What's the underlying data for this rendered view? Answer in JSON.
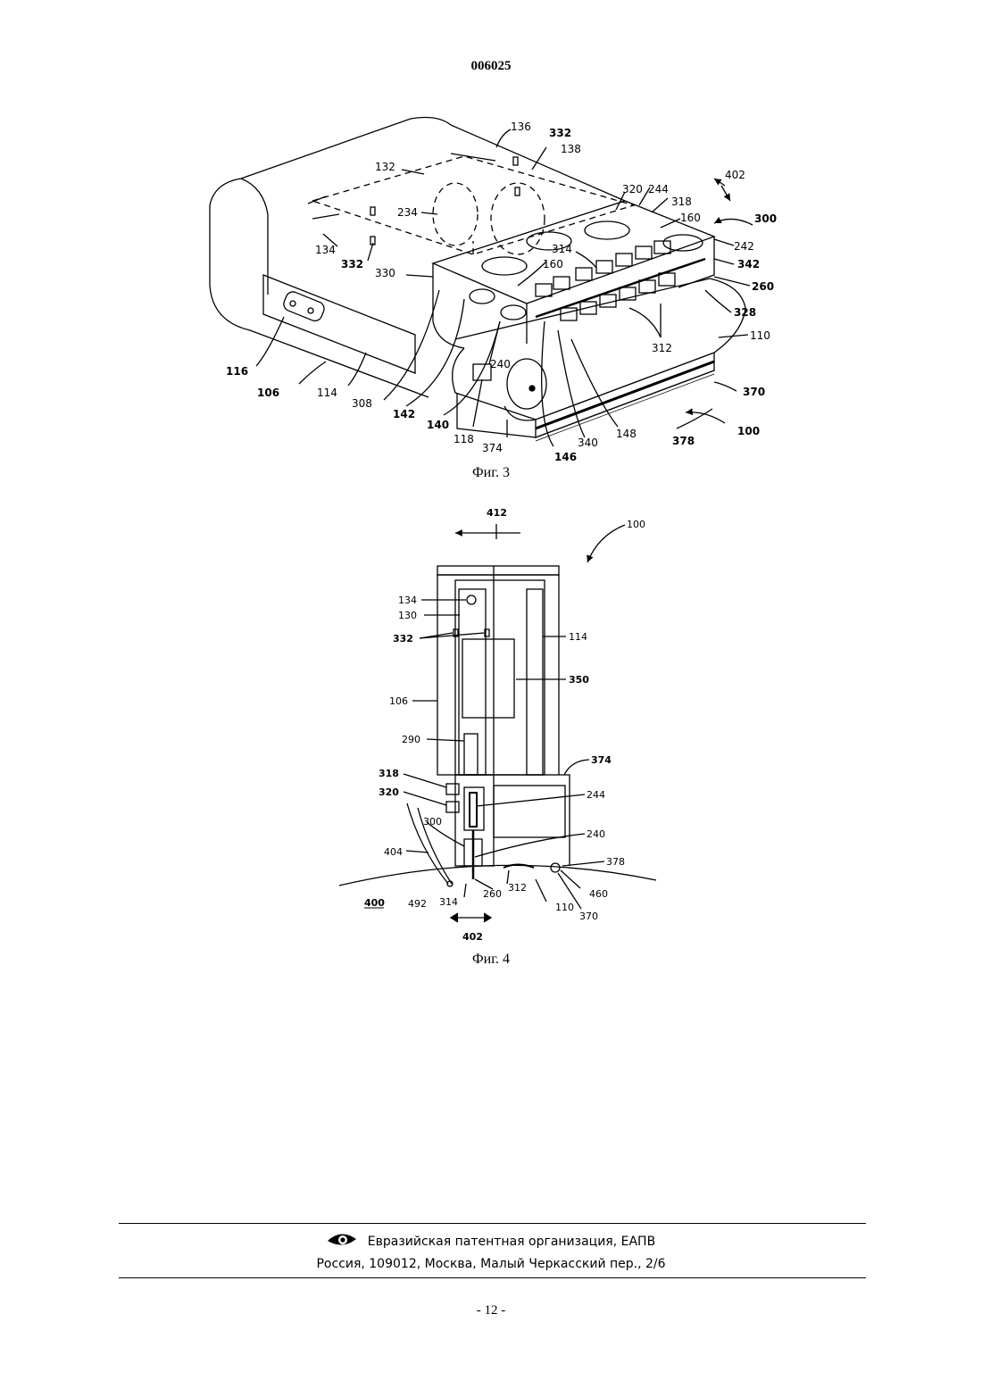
{
  "header": {
    "document_number": "006025"
  },
  "figure3": {
    "caption": "Фиг. 3",
    "labels": {
      "l136": "136",
      "l332a": "332",
      "l138": "138",
      "l132": "132",
      "l402": "402",
      "l320": "320",
      "l244": "244",
      "l318": "318",
      "l160a": "160",
      "l300": "300",
      "l234": "234",
      "l134": "134",
      "l332b": "332",
      "l242": "242",
      "l314": "314",
      "l342": "342",
      "l330": "330",
      "l160b": "160",
      "l260": "260",
      "l328": "328",
      "l110": "110",
      "l312": "312",
      "l240": "240",
      "l116": "116",
      "l106": "106",
      "l114": "114",
      "l308": "308",
      "l142": "142",
      "l140": "140",
      "l118": "118",
      "l374": "374",
      "l340": "340",
      "l146": "146",
      "l148": "148",
      "l378": "378",
      "l370": "370",
      "l100": "100"
    }
  },
  "figure4": {
    "caption": "Фиг. 4",
    "labels": {
      "l412": "412",
      "l100": "100",
      "l134": "134",
      "l130": "130",
      "l332": "332",
      "l114": "114",
      "l350": "350",
      "l106": "106",
      "l290": "290",
      "l374": "374",
      "l318": "318",
      "l244": "244",
      "l320": "320",
      "l300": "300",
      "l240": "240",
      "l404": "404",
      "l378": "378",
      "l312": "312",
      "l460": "460",
      "l400": "400",
      "l492": "492",
      "l314": "314",
      "l260": "260",
      "l110": "110",
      "l370": "370",
      "l402": "402"
    }
  },
  "footer": {
    "organization": "Евразийская патентная организация, ЕАПВ",
    "address": "Россия, 109012, Москва, Малый Черкасский пер., 2/6",
    "logo_icon": "eapo-eye-logo"
  },
  "page_number": "- 12 -"
}
